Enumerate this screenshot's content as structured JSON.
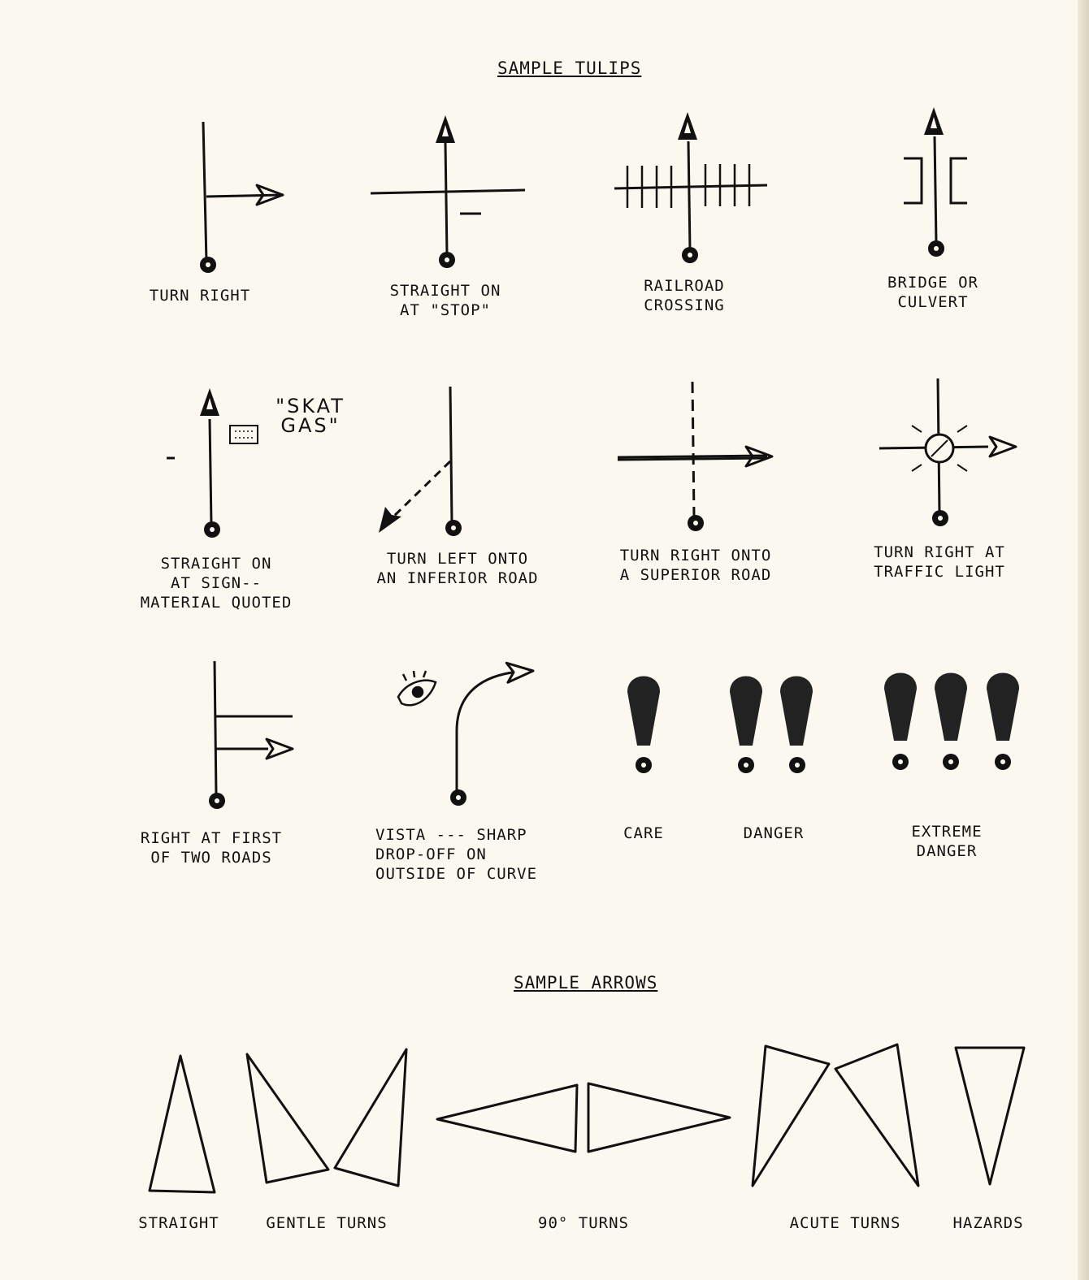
{
  "headings": {
    "tulips": "SAMPLE TULIPS",
    "arrows": "SAMPLE ARROWS"
  },
  "tulips": [
    {
      "id": "turn-right",
      "lines": [
        "TURN RIGHT"
      ]
    },
    {
      "id": "straight-at-stop",
      "lines": [
        "STRAIGHT ON",
        "AT \"STOP\""
      ]
    },
    {
      "id": "railroad-crossing",
      "lines": [
        "RAILROAD",
        "CROSSING"
      ]
    },
    {
      "id": "bridge-or-culvert",
      "lines": [
        "BRIDGE OR",
        "CULVERT"
      ]
    },
    {
      "id": "straight-at-sign",
      "lines": [
        "STRAIGHT ON",
        "AT SIGN--",
        "MATERIAL QUOTED"
      ]
    },
    {
      "id": "turn-left-inferior",
      "lines": [
        "TURN LEFT ONTO",
        "AN INFERIOR ROAD"
      ]
    },
    {
      "id": "turn-right-superior",
      "lines": [
        "TURN RIGHT ONTO",
        "A SUPERIOR ROAD"
      ]
    },
    {
      "id": "turn-right-traffic-light",
      "lines": [
        "TURN RIGHT AT",
        "TRAFFIC LIGHT"
      ]
    },
    {
      "id": "right-first-of-two",
      "lines": [
        "RIGHT AT FIRST",
        "OF TWO ROADS"
      ]
    },
    {
      "id": "vista",
      "lines": [
        "VISTA --- SHARP",
        "DROP-OFF ON",
        "OUTSIDE OF CURVE"
      ]
    },
    {
      "id": "care",
      "lines": [
        "CARE"
      ]
    },
    {
      "id": "danger",
      "lines": [
        "DANGER"
      ]
    },
    {
      "id": "extreme-danger",
      "lines": [
        "EXTREME",
        "DANGER"
      ]
    }
  ],
  "sign_quote": [
    "\"SKAT",
    "GAS\""
  ],
  "arrows": [
    {
      "id": "straight",
      "label": "STRAIGHT"
    },
    {
      "id": "gentle-turns",
      "label": "GENTLE TURNS"
    },
    {
      "id": "ninety-turns",
      "label": "90° TURNS"
    },
    {
      "id": "acute-turns",
      "label": "ACUTE TURNS"
    },
    {
      "id": "hazards",
      "label": "HAZARDS"
    }
  ]
}
